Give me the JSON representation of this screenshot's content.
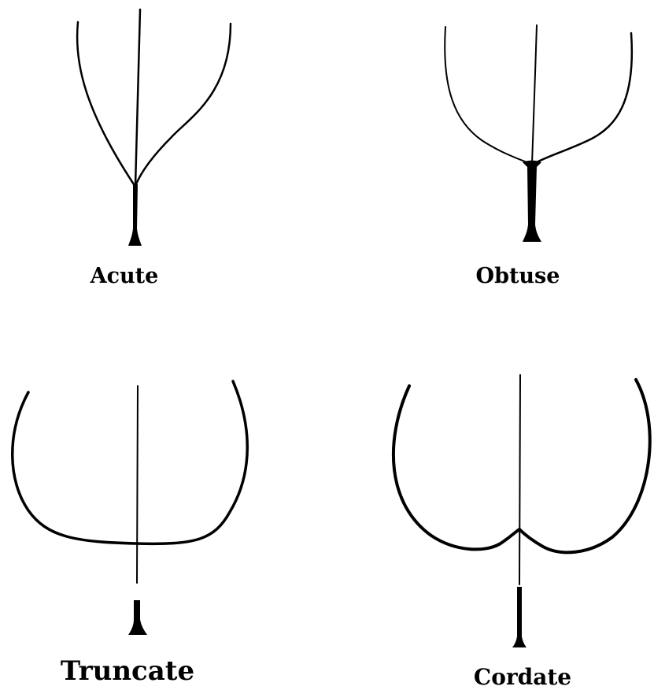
{
  "colors": {
    "ink": "#000000",
    "background": "#ffffff"
  },
  "labels": {
    "acute": "Acute",
    "obtuse": "Obtuse",
    "truncate": "Truncate",
    "cordate": "Cordate"
  }
}
